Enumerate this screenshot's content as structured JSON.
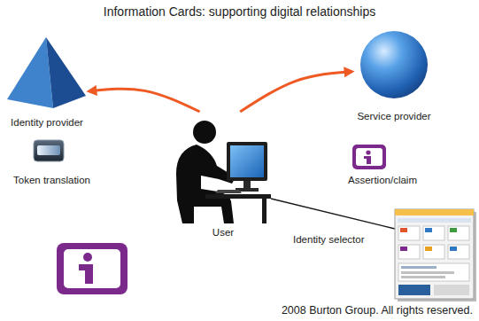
{
  "diagram": {
    "title": "Information Cards: supporting digital relationships",
    "nodes": [
      {
        "text": [
          "Identity provider"
        ]
      },
      {
        "text": [
          "Service provider"
        ]
      },
      {
        "text": [
          "User"
        ]
      }
    ],
    "edges": [
      {
        "from": 2,
        "to": 0,
        "arrow": "to"
      },
      {
        "from": 2,
        "to": 1,
        "arrow": "to"
      }
    ],
    "labels": [
      "Token translation",
      "Assertion/claim",
      "Identity selector",
      "2008 Burton Group. All rights reserved."
    ]
  }
}
